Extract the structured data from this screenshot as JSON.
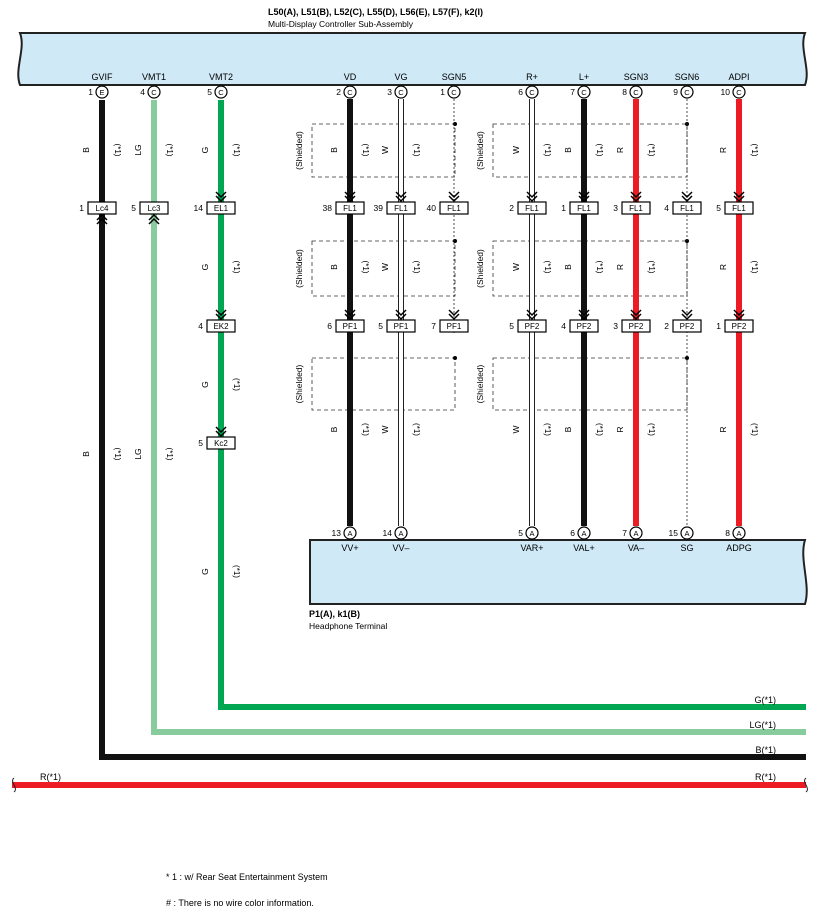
{
  "top_component": {
    "ids": "L50(A), L51(B), L52(C), L55(D), L56(E), L57(F), k2(I)",
    "name": "Multi-Display Controller Sub-Assembly"
  },
  "bottom_component": {
    "ids": "P1(A), k1(B)",
    "name": "Headphone Terminal"
  },
  "shielded_label": "(Shielded)",
  "circuits": [
    {
      "name": "GVIF",
      "pin": "1",
      "conn": "E",
      "color": "#111111",
      "code": "B",
      "note": "(*1)",
      "mids": [
        {
          "conn": "Lc4",
          "pin": "1"
        }
      ]
    },
    {
      "name": "VMT1",
      "pin": "4",
      "conn": "C",
      "color": "#88cc9e",
      "code": "LG",
      "note": "(*1)",
      "mids": [
        {
          "conn": "Lc3",
          "pin": "5"
        }
      ]
    },
    {
      "name": "VMT2",
      "pin": "5",
      "conn": "C",
      "color": "#00a651",
      "code": "G",
      "note": "(*1)",
      "mids": [
        {
          "conn": "EL1",
          "pin": "14"
        },
        {
          "conn": "EK2",
          "pin": "4"
        },
        {
          "conn": "Kc2",
          "pin": "5"
        }
      ]
    },
    {
      "name": "VD",
      "pin": "2",
      "conn": "C",
      "color": "#111111",
      "code": "B",
      "note": "(*1)",
      "mids": [
        {
          "conn": "FL1",
          "pin": "38"
        },
        {
          "conn": "PF1",
          "pin": "6"
        }
      ],
      "end": {
        "name": "VV+",
        "pin": "13",
        "conn": "A"
      }
    },
    {
      "name": "VG",
      "pin": "3",
      "conn": "C",
      "color": "#ffffff",
      "code": "W",
      "note": "(*1)",
      "mids": [
        {
          "conn": "FL1",
          "pin": "39"
        },
        {
          "conn": "PF1",
          "pin": "5"
        }
      ],
      "end": {
        "name": "VV–",
        "pin": "14",
        "conn": "A"
      }
    },
    {
      "name": "SGN5",
      "pin": "1",
      "conn": "C",
      "color": "none",
      "code": "",
      "note": "",
      "mids": [
        {
          "conn": "FL1",
          "pin": "40"
        },
        {
          "conn": "PF1",
          "pin": "7"
        }
      ]
    },
    {
      "name": "R+",
      "pin": "6",
      "conn": "C",
      "color": "#ffffff",
      "code": "W",
      "note": "(*1)",
      "mids": [
        {
          "conn": "FL1",
          "pin": "2"
        },
        {
          "conn": "PF2",
          "pin": "5"
        }
      ],
      "end": {
        "name": "VAR+",
        "pin": "5",
        "conn": "A"
      }
    },
    {
      "name": "L+",
      "pin": "7",
      "conn": "C",
      "color": "#111111",
      "code": "B",
      "note": "(*1)",
      "mids": [
        {
          "conn": "FL1",
          "pin": "1"
        },
        {
          "conn": "PF2",
          "pin": "4"
        }
      ],
      "end": {
        "name": "VAL+",
        "pin": "6",
        "conn": "A"
      }
    },
    {
      "name": "SGN3",
      "pin": "8",
      "conn": "C",
      "color": "#ed1c24",
      "code": "R",
      "note": "(*1)",
      "mids": [
        {
          "conn": "FL1",
          "pin": "3"
        },
        {
          "conn": "PF2",
          "pin": "3"
        }
      ],
      "end": {
        "name": "VA–",
        "pin": "7",
        "conn": "A"
      }
    },
    {
      "name": "SGN6",
      "pin": "9",
      "conn": "C",
      "color": "none",
      "code": "",
      "note": "",
      "mids": [
        {
          "conn": "FL1",
          "pin": "4"
        },
        {
          "conn": "PF2",
          "pin": "2"
        }
      ],
      "end": {
        "name": "SG",
        "pin": "15",
        "conn": "A"
      }
    },
    {
      "name": "ADPI",
      "pin": "10",
      "conn": "C",
      "color": "#ed1c24",
      "code": "R",
      "note": "(*1)",
      "mids": [
        {
          "conn": "FL1",
          "pin": "5"
        },
        {
          "conn": "PF2",
          "pin": "1"
        }
      ],
      "end": {
        "name": "ADPG",
        "pin": "8",
        "conn": "A"
      }
    }
  ],
  "exit_labels": [
    "G(*1)",
    "LG(*1)",
    "B(*1)",
    "R(*1)"
  ],
  "left_red_label": "R(*1)",
  "footnotes": {
    "note1": "* 1 : w/ Rear Seat Entertainment System",
    "note2": "# : There is no wire color information."
  },
  "colors": {
    "component_fill": "#cfe9f7",
    "black": "#111111",
    "green": "#00a651",
    "light_green": "#88cc9e",
    "red": "#ed1c24"
  }
}
